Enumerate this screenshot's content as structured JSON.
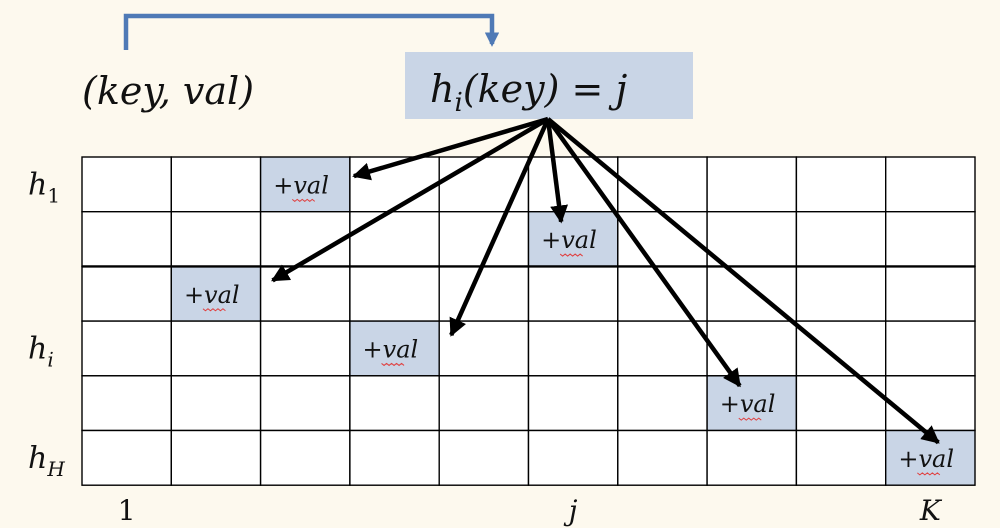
{
  "pair_label": "(key, val)",
  "hash_label": {
    "h": "h",
    "sub": "i",
    "rest": "(key) = j"
  },
  "colors": {
    "background": "#fdf9ee",
    "highlight": "#c9d5e6",
    "connector": "#4f7ab6",
    "grid": "#000000"
  },
  "grid": {
    "columns": 10,
    "rows": 6,
    "cell_text": "+val",
    "highlights": [
      {
        "row": 1,
        "col": 3
      },
      {
        "row": 2,
        "col": 6
      },
      {
        "row": 3,
        "col": 2
      },
      {
        "row": 4,
        "col": 4
      },
      {
        "row": 5,
        "col": 8
      },
      {
        "row": 6,
        "col": 10
      }
    ]
  },
  "row_labels": [
    {
      "row": 1,
      "base": "h",
      "sub": "1"
    },
    {
      "row": 4,
      "base": "h",
      "sub": "i"
    },
    {
      "row": 6,
      "base": "h",
      "sub": "H"
    }
  ],
  "col_labels": [
    {
      "col": 1,
      "text": "1"
    },
    {
      "col": 6,
      "text": "j"
    },
    {
      "col": 10,
      "text": "K"
    }
  ]
}
